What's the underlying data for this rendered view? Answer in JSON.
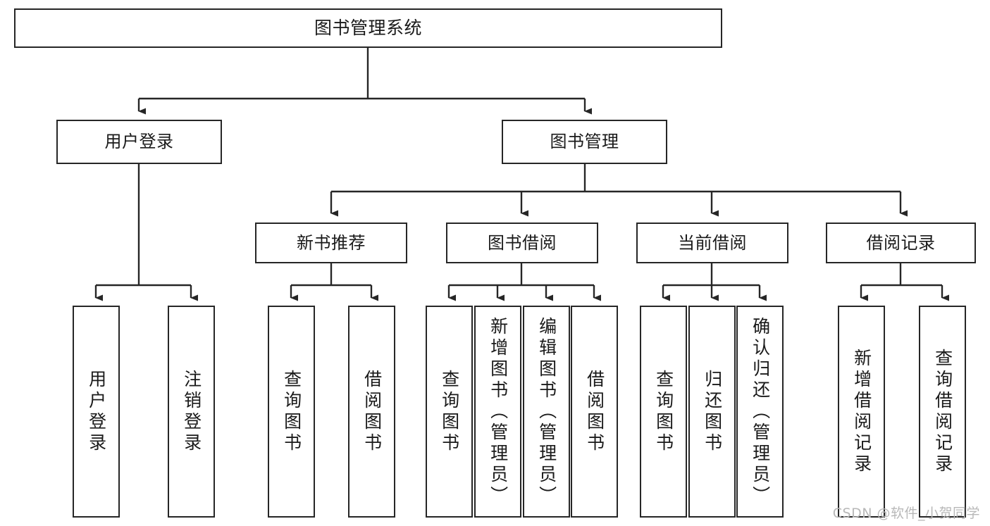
{
  "diagram": {
    "type": "tree-hierarchy",
    "title": "图书管理系统",
    "orientation": "top-down",
    "colors": {
      "background": "#ffffff",
      "box_border": "#262626",
      "box_fill": "#ffffff",
      "text": "#1a1a1a",
      "connector": "#262626",
      "watermark": "#b8b8b8"
    },
    "levels": {
      "root": {
        "label": "图书管理系统"
      },
      "level2": [
        {
          "label": "用户登录"
        },
        {
          "label": "图书管理"
        }
      ],
      "level3": [
        {
          "label": "新书推荐"
        },
        {
          "label": "图书借阅"
        },
        {
          "label": "当前借阅"
        },
        {
          "label": "借阅记录"
        }
      ],
      "leaves": {
        "user_login": [
          {
            "label": "用户登录"
          },
          {
            "label": "注销登录"
          }
        ],
        "new_book_recommend": [
          {
            "label": "查询图书"
          },
          {
            "label": "借阅图书"
          }
        ],
        "book_borrow": [
          {
            "label": "查询图书"
          },
          {
            "label": "新增图书（管理员）"
          },
          {
            "label": "编辑图书（管理员）"
          },
          {
            "label": "借阅图书"
          }
        ],
        "current_borrow": [
          {
            "label": "查询图书"
          },
          {
            "label": "归还图书"
          },
          {
            "label": "确认归还（管理员）"
          }
        ],
        "borrow_record": [
          {
            "label": "新增借阅记录"
          },
          {
            "label": "查询借阅记录"
          }
        ]
      }
    },
    "watermark": "CSDN @软件_小贺同学"
  }
}
